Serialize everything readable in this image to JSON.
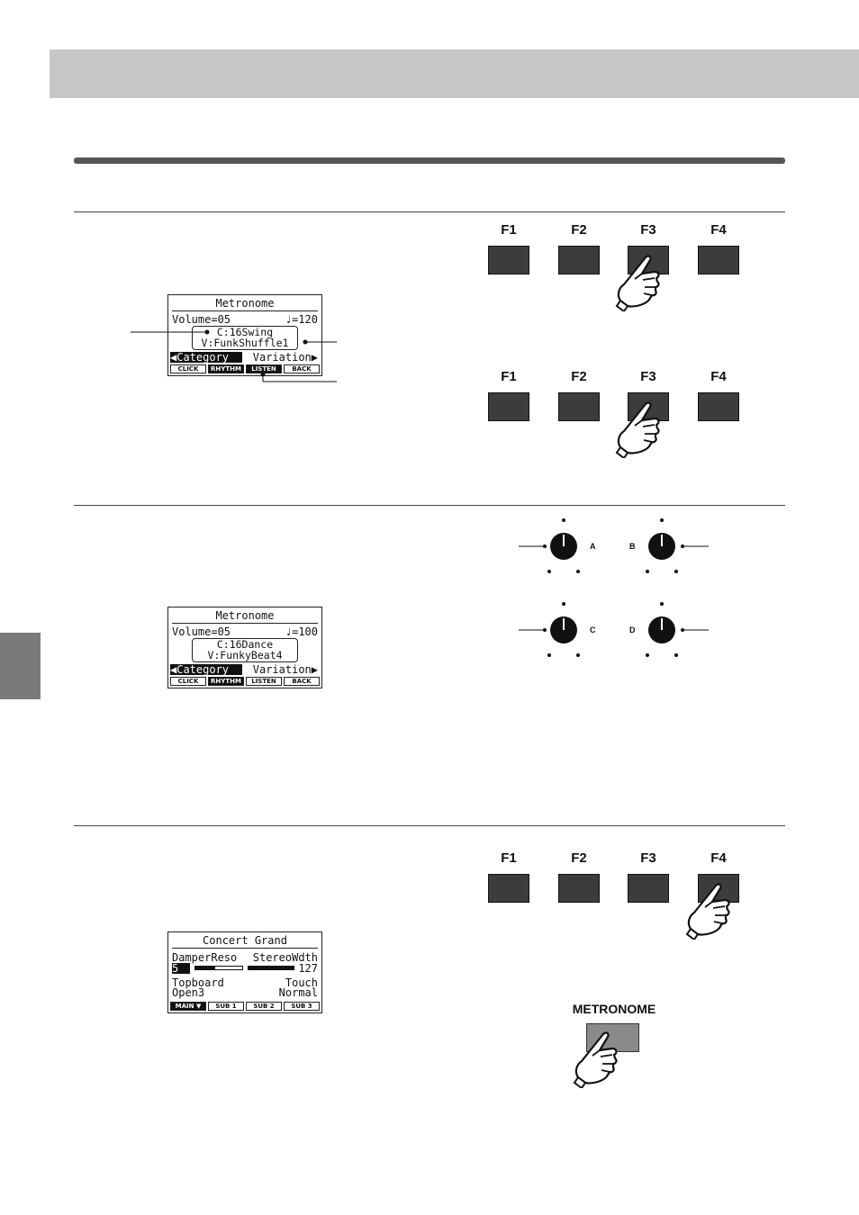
{
  "lcd1": {
    "title": "Metronome",
    "volume": "Volume=05",
    "tempo": "♩=120",
    "category": "C:16Swing",
    "variation": "V:FunkShuffle1",
    "cat_label": "◀Category",
    "var_label": "Variation▶",
    "tabs": [
      "CLICK",
      "RHYTHM",
      "LISTEN",
      "BACK"
    ]
  },
  "lcd2": {
    "title": "Metronome",
    "volume": "Volume=05",
    "tempo": "♩=100",
    "category": "C:16Dance",
    "variation": "V:FunkyBeat4",
    "cat_label": "◀Category",
    "var_label": "Variation▶",
    "tabs": [
      "CLICK",
      "RHYTHM",
      "LISTEN",
      "BACK"
    ]
  },
  "lcd3": {
    "title": "Concert Grand",
    "param1_label": "DamperReso",
    "param1_value": "5",
    "param2_label": "StereoWdth",
    "param2_value": "127",
    "param3_label": "Topboard",
    "param3_value": "Open3",
    "param4_label": "Touch",
    "param4_value": "Normal",
    "tabs": [
      "MAIN ▼",
      "SUB 1",
      "SUB 2",
      "SUB 3"
    ]
  },
  "fkeys": [
    "F1",
    "F2",
    "F3",
    "F4"
  ],
  "knobs": [
    "A",
    "B",
    "C",
    "D"
  ],
  "metronome_button": "METRONOME",
  "colors": {
    "band": "#c6c6c6",
    "button": "#3c3c3c",
    "side_tab": "#7a7a7a"
  }
}
